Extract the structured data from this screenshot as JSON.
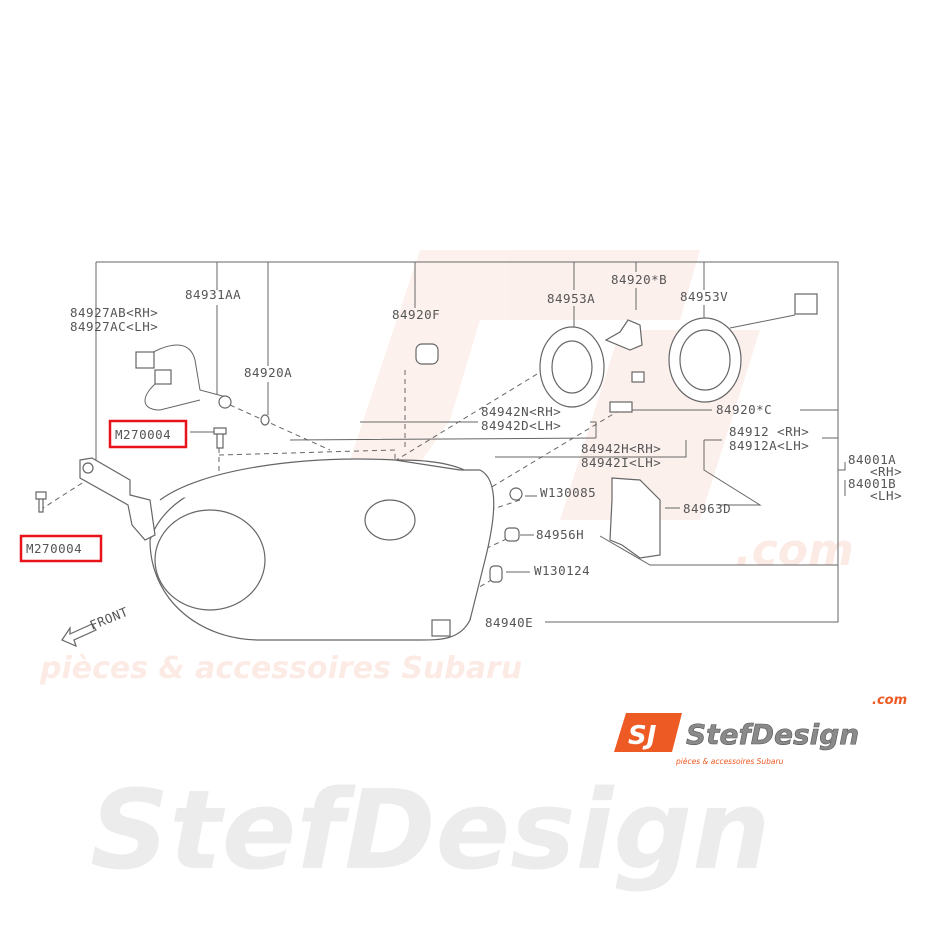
{
  "diagram": {
    "labels": {
      "p84927ab": "84927AB<RH>",
      "p84927ac": "84927AC<LH>",
      "p84931aa": "84931AA",
      "p84920a": "84920A",
      "p84920f": "84920F",
      "m270004_upper": "M270004",
      "m270004_lower": "M270004",
      "p84953a": "84953A",
      "p84920b": "84920*B",
      "p84953v": "84953V",
      "p84942n": "84942N<RH>",
      "p84942d": "84942D<LH>",
      "p84920c": "84920*C",
      "p84912": "84912 <RH>",
      "p84912a": "84912A<LH>",
      "p84942h": "84942H<RH>",
      "p84942i": "84942I<LH>",
      "p84001a": "84001A",
      "p84001a_side": "<RH>",
      "p84001b": "84001B",
      "p84001b_side": "<LH>",
      "w130085": "W130085",
      "p84963d": "84963D",
      "p84956h": "84956H",
      "w130124": "W130124",
      "p84940e": "84940E",
      "front": "FRONT"
    },
    "highlight_color": "#e8121b"
  },
  "watermark": {
    "brand": "StefDesign",
    "domain": ".com",
    "tagline": "pièces & accessoires Subaru"
  },
  "logo": {
    "mark": "SJ",
    "brand": "StefDesign",
    "domain": ".com",
    "tagline": "pièces & accessoires Subaru",
    "accent": "#ee5a24"
  }
}
